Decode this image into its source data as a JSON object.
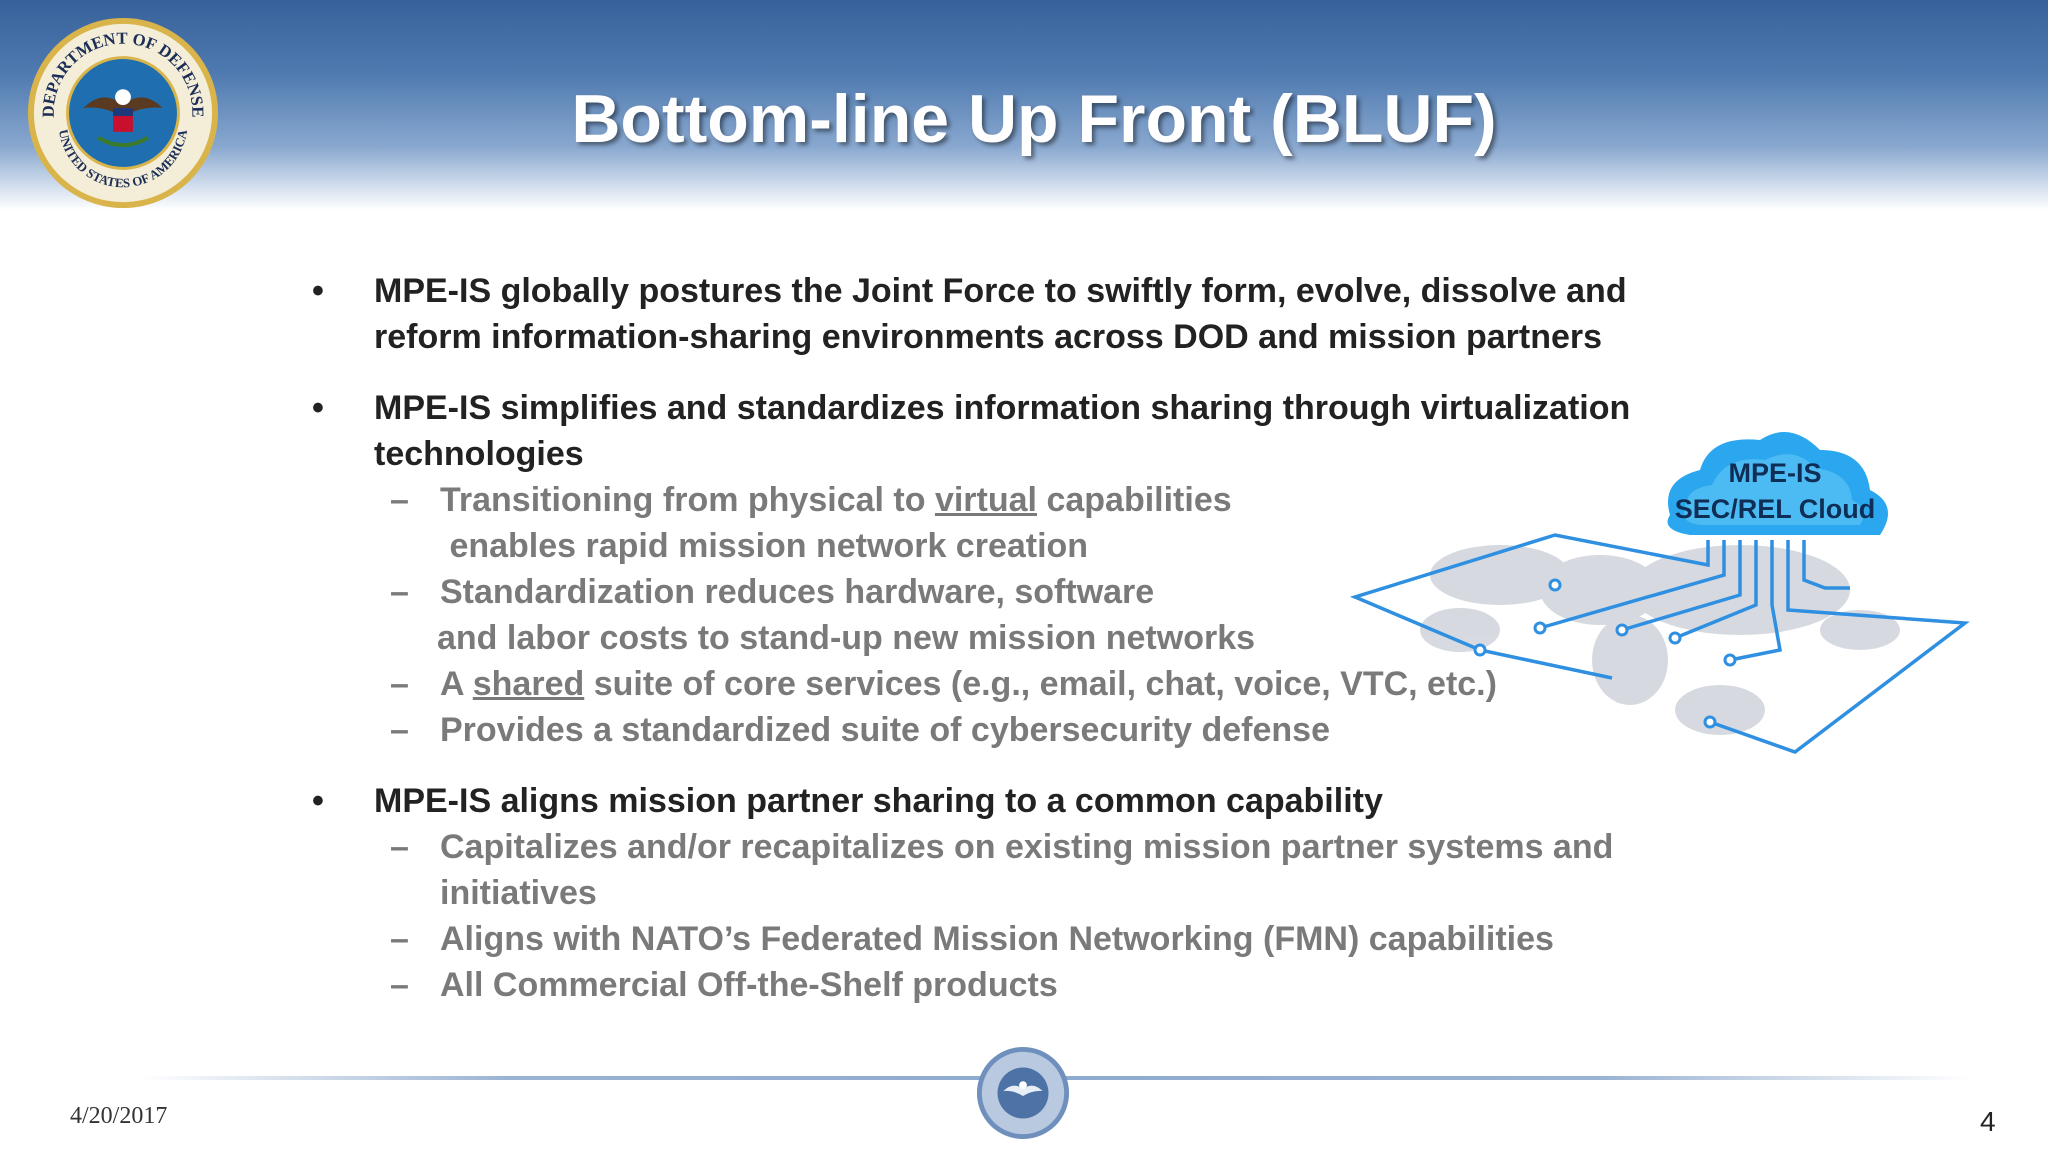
{
  "header": {
    "title": "Bottom-line Up Front (BLUF)"
  },
  "seal": {
    "top_text": "DEPARTMENT OF DEFENSE",
    "bottom_text": "UNITED STATES OF AMERICA"
  },
  "bullets": [
    {
      "lines": [
        "MPE-IS globally postures the Joint Force to swiftly form, evolve, dissolve and",
        "reform information-sharing environments across DOD and mission partners"
      ]
    },
    {
      "lines": [
        "MPE-IS simplifies and standardizes information sharing through virtualization",
        "technologies"
      ],
      "subs": [
        {
          "dash": "–",
          "pre": "Transitioning from physical to ",
          "ul": "virtual",
          "post": " capabilities",
          "cont": " enables rapid mission network creation"
        },
        {
          "dash": "–",
          "text": "Standardization reduces hardware, software",
          "cont": "and labor costs to stand-up new mission networks"
        },
        {
          "dash": "–",
          "pre": "A ",
          "ul": "shared",
          "post": " suite of core services (e.g., email, chat, voice, VTC, etc.)"
        },
        {
          "dash": "–",
          "text": "Provides a standardized suite of cybersecurity defense"
        }
      ]
    },
    {
      "lines": [
        "MPE-IS aligns mission partner sharing to a common capability"
      ],
      "subs": [
        {
          "dash": "–",
          "text": "Capitalizes and/or recapitalizes on existing mission partner systems and",
          "cont": "initiatives"
        },
        {
          "dash": "–",
          "text": "Aligns with NATO’s Federated Mission Networking (FMN) capabilities"
        },
        {
          "dash": "–",
          "text": "All Commercial Off-the-Shelf products"
        }
      ]
    }
  ],
  "cloud": {
    "line1": "MPE-IS",
    "line2": "SEC/REL Cloud"
  },
  "footer": {
    "date": "4/20/2017",
    "page_number": "4"
  },
  "colors": {
    "header_blue": "#37619a",
    "cloud_blue": "#1aa0ec",
    "network_line": "#2f8fe0",
    "sub_text_gray": "#7a7a7a"
  }
}
